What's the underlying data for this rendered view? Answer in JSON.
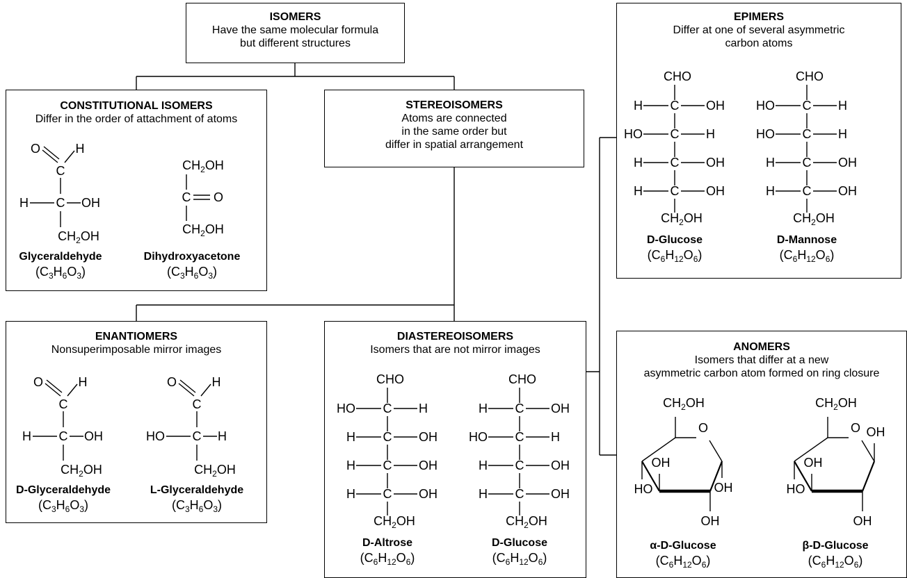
{
  "diagram": {
    "isomers": {
      "title": "ISOMERS",
      "line1": "Have the same molecular formula",
      "line2": "but different structures"
    },
    "constitutional": {
      "title": "CONSTITUTIONAL ISOMERS",
      "line1": "Differ in the order of attachment of atoms",
      "left_name": "Glyceraldehyde",
      "right_name": "Dihydroxyacetone",
      "formula": "(C3H6O3)"
    },
    "stereoisomers": {
      "title": "STEREOISOMERS",
      "line1": "Atoms are connected",
      "line2": "in the same order but",
      "line3": "differ in spatial arrangement"
    },
    "epimers": {
      "title": "EPIMERS",
      "line1": "Differ at one of several asymmetric",
      "line2": "carbon atoms",
      "left_name": "D-Glucose",
      "right_name": "D-Mannose",
      "formula": "(C6H12O6)"
    },
    "enantiomers": {
      "title": "ENANTIOMERS",
      "line1": "Nonsuperimposable mirror images",
      "left_name": "D-Glyceraldehyde",
      "right_name": "L-Glyceraldehyde",
      "formula": "(C3H6O3)"
    },
    "diastereoisomers": {
      "title": "DIASTEREOISOMERS",
      "line1": "Isomers that are not mirror images",
      "left_name": "D-Altrose",
      "right_name": "D-Glucose",
      "formula": "(C6H12O6)"
    },
    "anomers": {
      "title": "ANOMERS",
      "line1": "Isomers that differ at a new",
      "line2": "asymmetric carbon atom formed on ring closure",
      "left_name": "α-D-Glucose",
      "right_name": "β-D-Glucose",
      "formula": "(C6H12O6)"
    },
    "atoms": {
      "cho": "CHO",
      "c": "C",
      "h": "H",
      "o": "O",
      "oh": "OH",
      "ho": "HO",
      "ch2oh": "CH2OH"
    }
  }
}
